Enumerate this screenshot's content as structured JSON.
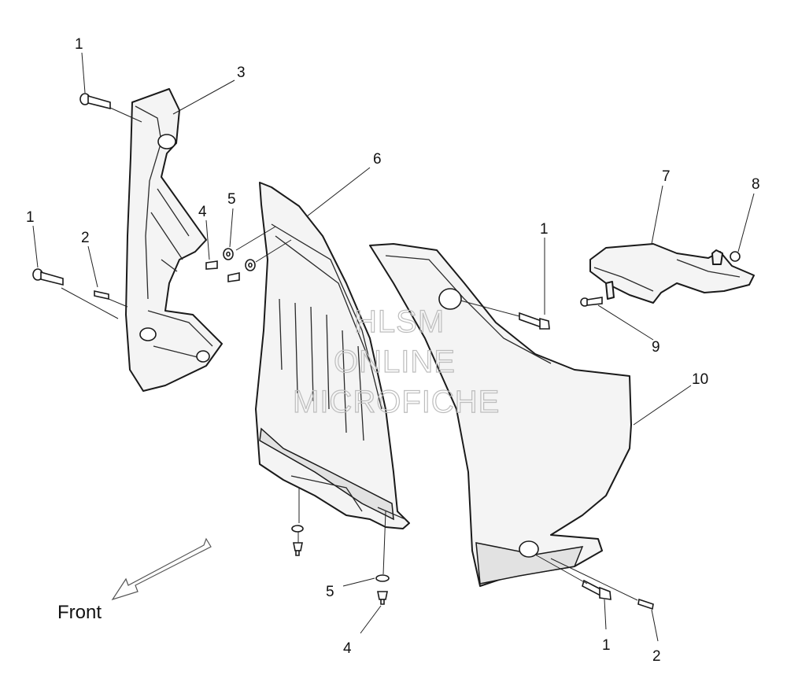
{
  "callouts": {
    "c1a": "1",
    "c1b": "1",
    "c1c": "1",
    "c1d": "1",
    "c2a": "2",
    "c2b": "2",
    "c3": "3",
    "c4a": "4",
    "c4b": "4",
    "c5a": "5",
    "c5b": "5",
    "c6": "6",
    "c7": "7",
    "c8": "8",
    "c9": "9",
    "c10": "10"
  },
  "direction_label": "Front",
  "watermark": {
    "line1": "HLSM",
    "line2": "ONLINE",
    "line3": "MICROFICHE"
  }
}
